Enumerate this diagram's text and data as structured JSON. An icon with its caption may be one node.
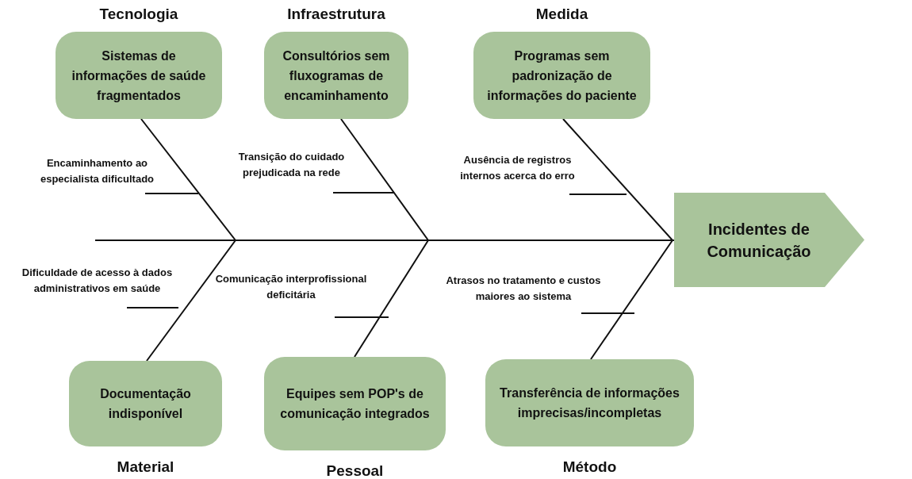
{
  "diagram": {
    "nodes": [
      {
        "text": [
          "Tecnologia",
          "Sistemas de informações de saúde fragmentados"
        ]
      },
      {
        "text": [
          "Infraestrutura",
          "Consultórios sem fluxogramas de encaminhamento"
        ]
      },
      {
        "text": [
          "Medida",
          "Programas sem padronização de informações do paciente"
        ]
      },
      {
        "text": [
          "Documentação indisponível",
          "Material"
        ]
      },
      {
        "text": [
          "Equipes sem POP's de comunicação integrados",
          "Pessoal"
        ]
      },
      {
        "text": [
          "Transferência de informações imprecisas/incompletas",
          "Método"
        ]
      },
      {
        "text": [
          "Incidentes de Comunicação"
        ]
      }
    ],
    "edges": [
      {
        "from": 0,
        "to": 6,
        "arrow": "none"
      },
      {
        "from": 1,
        "to": 6,
        "arrow": "none"
      },
      {
        "from": 2,
        "to": 6,
        "arrow": "none"
      },
      {
        "from": 3,
        "to": 6,
        "arrow": "none"
      },
      {
        "from": 4,
        "to": 6,
        "arrow": "none"
      },
      {
        "from": 5,
        "to": 6,
        "arrow": "none"
      }
    ],
    "labels": [
      "Encaminhamento ao especialista dificultado",
      "Transição do cuidado prejudicada na rede",
      "Ausência de registros internos acerca do erro",
      "Dificuldade de acesso à dados administrativos em saúde",
      "Comunicação interprofissional deficitária",
      "Atrasos no tratamento e custos maiores ao sistema"
    ]
  }
}
